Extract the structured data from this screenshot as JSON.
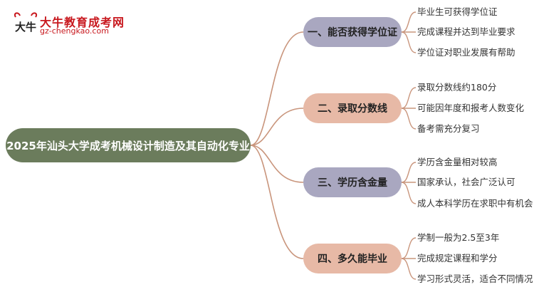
{
  "logo": {
    "title": "大牛教育成考网",
    "url": "gz-chengkao.com",
    "mark_text": "大牛"
  },
  "root": {
    "label": "2025年汕头大学成考机械设计制造及其自动化专业"
  },
  "branches": [
    {
      "label": "一、能否获得学位证",
      "leaves": [
        "毕业生可获得学位证",
        "完成课程并达到毕业要求",
        "学位证对职业发展有帮助"
      ]
    },
    {
      "label": "二、录取分数线",
      "leaves": [
        "录取分数线约180分",
        "可能因年度和报考人数变化",
        "备考需充分复习"
      ]
    },
    {
      "label": "三、学历含金量",
      "leaves": [
        "学历含金量相对较高",
        "国家承认，社会广泛认可",
        "成人本科学历在求职中有机会"
      ]
    },
    {
      "label": "四、多久能毕业",
      "leaves": [
        "学制一般为2.5至3年",
        "完成规定课程和学分",
        "学习形式灵活，适合不同情况"
      ]
    }
  ],
  "colors": {
    "root": "#6b7c5c",
    "branch_purple": "#a9a7c0",
    "branch_peach": "#e7b9a6",
    "connector": "#c9957c",
    "brand": "#c8181e"
  }
}
